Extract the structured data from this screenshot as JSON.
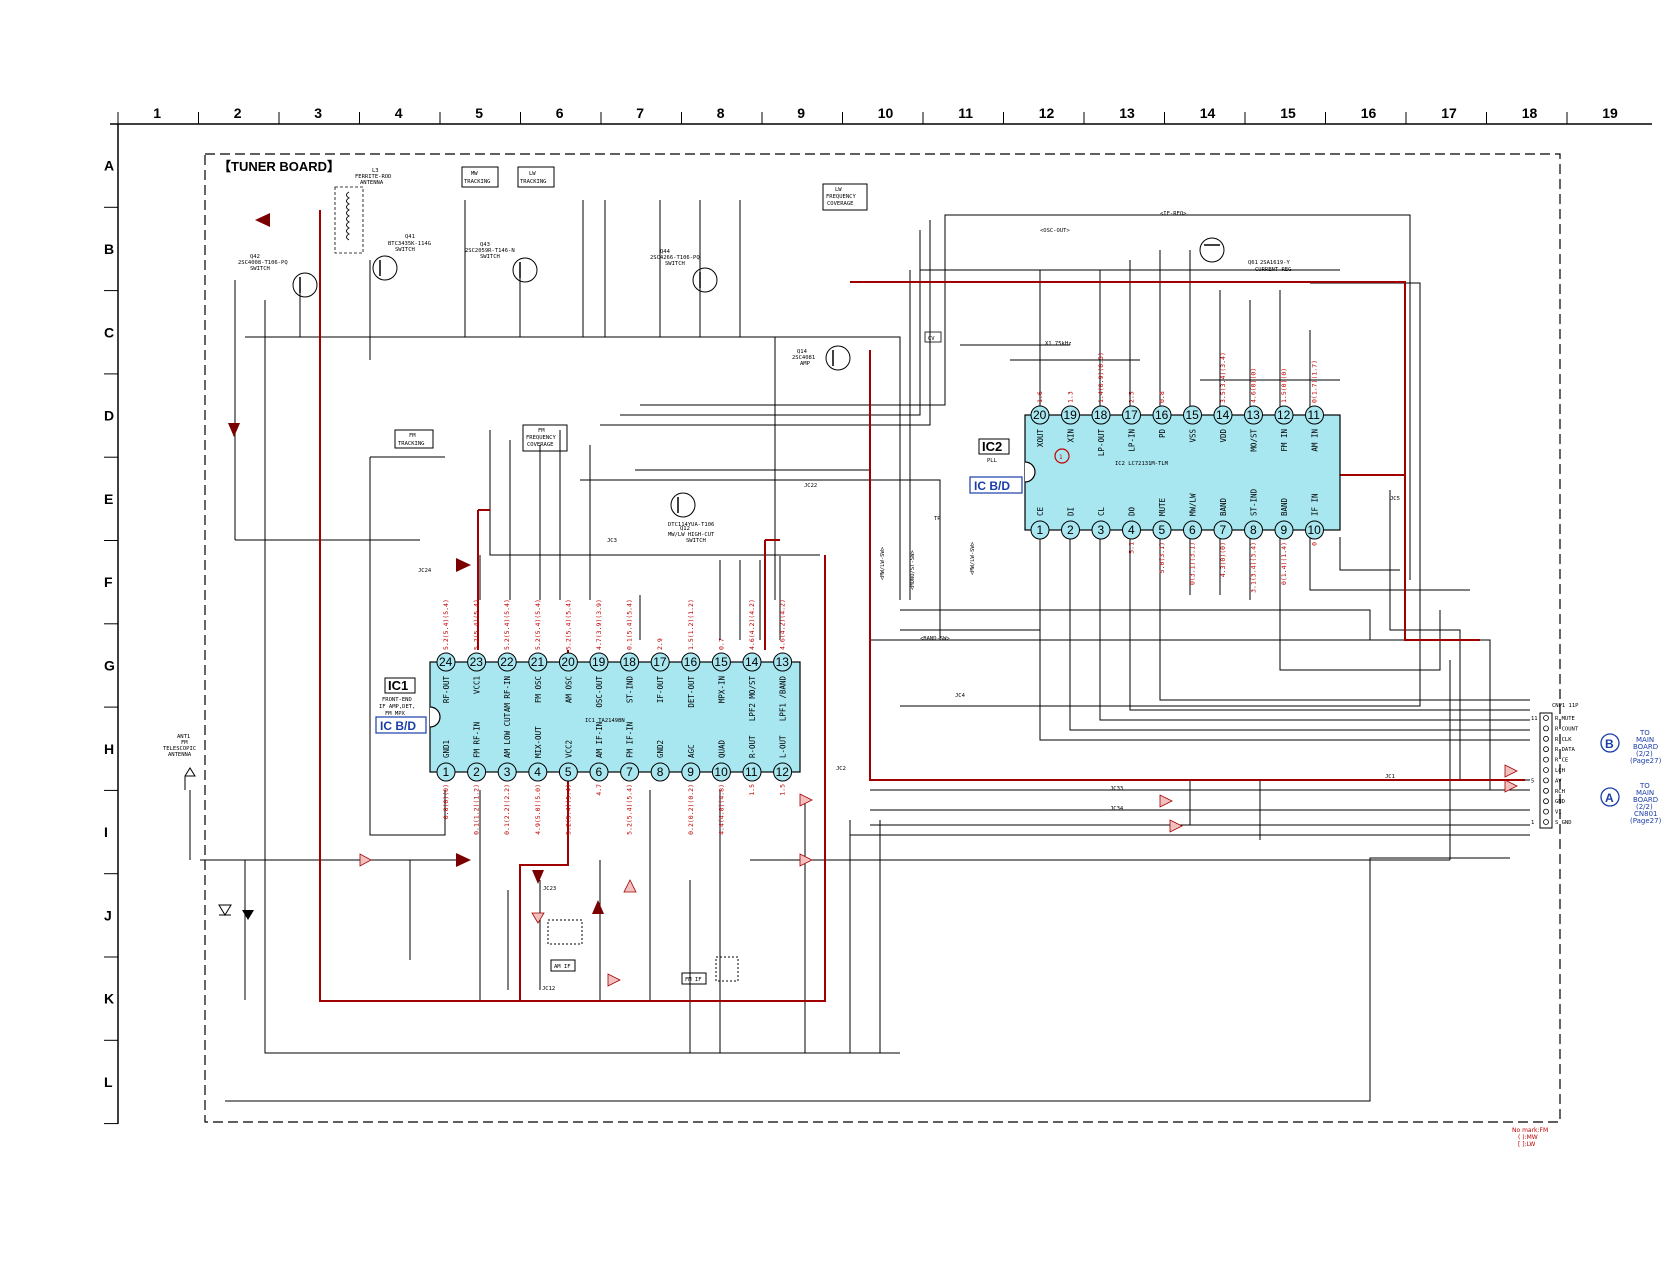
{
  "columns": [
    "1",
    "2",
    "3",
    "4",
    "5",
    "6",
    "7",
    "8",
    "9",
    "10",
    "11",
    "12",
    "13",
    "14",
    "15",
    "16",
    "17",
    "18",
    "19"
  ],
  "rows": [
    "A",
    "B",
    "C",
    "D",
    "E",
    "F",
    "G",
    "H",
    "I",
    "J",
    "K",
    "L"
  ],
  "board_title": "【TUNER BOARD】",
  "ic1": {
    "name": "IC1",
    "desc1": "FRONT-END",
    "desc2": "IF AMP,DET,",
    "desc3": "FM MPX",
    "tag": "IC B/D",
    "part": "IC1 TA2149BN",
    "top_pins": [
      {
        "n": "24",
        "name": "RF-OUT",
        "v": "5.2(5.4)(5.4)"
      },
      {
        "n": "23",
        "name": "VCC1",
        "v": "5.2(5.4)(5.4)"
      },
      {
        "n": "22",
        "name": "AM RF-IN",
        "v": "5.2(5.4)(5.4)"
      },
      {
        "n": "21",
        "name": "FM OSC",
        "v": "5.2(5.4)(5.4)"
      },
      {
        "n": "20",
        "name": "AM OSC",
        "v": "5.2(5.4)(5.4)"
      },
      {
        "n": "19",
        "name": "OSC-OUT",
        "v": "4.7(3.9)(3.9)"
      },
      {
        "n": "18",
        "name": "ST-IND",
        "v": "0.1(5.4)(5.4)"
      },
      {
        "n": "17",
        "name": "IF-OUT",
        "v": "2.9"
      },
      {
        "n": "16",
        "name": "DET-OUT",
        "v": "1.5(1.2)(1.2)"
      },
      {
        "n": "15",
        "name": "MPX-IN",
        "v": "0.7"
      },
      {
        "n": "14",
        "name": "LPF2 MO/ST",
        "v": "4.6(4.2)(4.2)"
      },
      {
        "n": "13",
        "name": "LPF1 /BAND",
        "v": "4.6(4.2)(4.2)"
      }
    ],
    "bottom_pins": [
      {
        "n": "1",
        "name": "GND1",
        "v": "0.8(0)(0)"
      },
      {
        "n": "2",
        "name": "FM RF-IN",
        "v": "0.1(1.2)(1.2)"
      },
      {
        "n": "3",
        "name": "AM LOW CUT",
        "v": "0.1(2.2)(2.2)"
      },
      {
        "n": "4",
        "name": "MIX-OUT",
        "v": "4.9(5.0)(5.0)"
      },
      {
        "n": "5",
        "name": "VCC2",
        "v": "5.2(5.4)(5.4)"
      },
      {
        "n": "6",
        "name": "AM IF-IN",
        "v": "4.7"
      },
      {
        "n": "7",
        "name": "FM IF-IN",
        "v": "5.2(5.4)(5.4)"
      },
      {
        "n": "8",
        "name": "GND2",
        "v": ""
      },
      {
        "n": "9",
        "name": "AGC",
        "v": "0.2(0.2)(0.2)"
      },
      {
        "n": "10",
        "name": "QUAD",
        "v": "4.4(4.8)(4.8)"
      },
      {
        "n": "11",
        "name": "R-OUT",
        "v": "1.5"
      },
      {
        "n": "12",
        "name": "L-OUT",
        "v": "1.5"
      }
    ]
  },
  "ic2": {
    "name": "IC2",
    "desc": "PLL",
    "tag": "IC B/D",
    "part": "IC2 LC72131M-TLM",
    "top_pins": [
      {
        "n": "20",
        "name": "XOUT",
        "v": "1.6"
      },
      {
        "n": "19",
        "name": "XIN",
        "v": "1.3"
      },
      {
        "n": "18",
        "name": "LP-OUT",
        "v": "1.4(0.9)(0.5)"
      },
      {
        "n": "17",
        "name": "LP-IN",
        "v": "2.5"
      },
      {
        "n": "16",
        "name": "PD",
        "v": "0.8"
      },
      {
        "n": "15",
        "name": "VSS",
        "v": ""
      },
      {
        "n": "14",
        "name": "VDD",
        "v": "3.5(3.4)(3.4)"
      },
      {
        "n": "13",
        "name": "MO/ST",
        "v": "4.6(0)(0)"
      },
      {
        "n": "12",
        "name": "FM IN",
        "v": "1.5(0)(0)"
      },
      {
        "n": "11",
        "name": "AM IN",
        "v": "0(1.7)(1.7)"
      }
    ],
    "bottom_pins": [
      {
        "n": "1",
        "name": "CE",
        "v": ""
      },
      {
        "n": "2",
        "name": "DI",
        "v": ""
      },
      {
        "n": "3",
        "name": "CL",
        "v": ""
      },
      {
        "n": "4",
        "name": "DO",
        "v": "5.1"
      },
      {
        "n": "5",
        "name": "MUTE",
        "v": "5.0(3.1)"
      },
      {
        "n": "6",
        "name": "MW/LW",
        "v": "0(3.1)(3.1)"
      },
      {
        "n": "7",
        "name": "BAND",
        "v": "4.3(0)(0)"
      },
      {
        "n": "8",
        "name": "ST-IND",
        "v": "3.1(3.4)(3.4)"
      },
      {
        "n": "9",
        "name": "BAND",
        "v": "0(1.4)(1.4)"
      },
      {
        "n": "10",
        "name": "IF IN",
        "v": "0"
      }
    ]
  },
  "callout_boxes": [
    {
      "l1": "MW",
      "l2": "TRACKING"
    },
    {
      "l1": "LW",
      "l2": "TRACKING"
    },
    {
      "l1": "LW",
      "l2": "FREQUENCY",
      "l3": "COVERAGE"
    },
    {
      "l1": "FM",
      "l2": "TRACKING"
    },
    {
      "l1": "FM",
      "l2": "FREQUENCY",
      "l3": "COVERAGE"
    }
  ],
  "labels": {
    "l3": "L3",
    "l3_desc1": "FERRITE-ROD",
    "l3_desc2": "ANTENNA",
    "q41": "Q41",
    "q41_part": "BTC3435K-114G",
    "q41_fn": "SWITCH",
    "q42": "Q42",
    "q42_part": "2SC4008-T106-PQ",
    "q42_fn": "SWITCH",
    "q43": "Q43",
    "q43_part": "2SC2059R-T146-N",
    "q43_fn": "SWITCH",
    "q44": "Q44",
    "q44_part": "2SC4266-T106-PQ",
    "q44_fn": "SWITCH",
    "q14": "Q14",
    "q14_part": "2SC4081",
    "q14_fn": "AMP",
    "q12": "Q12",
    "q12_part": "DTC114YUA-T106",
    "q12_fn": "MW/LW HIGH-CUT",
    "q12_fn2": "SWITCH",
    "q61": "Q61",
    "q61_part": "2SA1619-Y",
    "q61_fn": "CURRENT REG",
    "ant_line1": "ANT1",
    "ant_line2": "FM",
    "ant_line3": "TELESCOPIC",
    "ant_line4": "ANTENNA",
    "if_req": "<IF-REQ>",
    "osc_out": "<OSC-OUT>",
    "band_sw": "<BAND-SW>",
    "mwlw_sw": "<MW/LW-SW>",
    "mono_st": "<MONO/ST-SW>",
    "tp": "TP",
    "tp_val": "CV",
    "cnp": "CNP1 11P",
    "t1": "AM IF",
    "t2": "FM IF",
    "k1": "X1 75kHz",
    "jc22": "JC22",
    "jc3": "JC3",
    "jc24": "JC24",
    "jc23": "JC23",
    "jc1": "JC1",
    "jc2": "JC2",
    "jc4": "JC4",
    "jc5": "JC5",
    "jc33": "JC33",
    "jc34": "JC34",
    "jc12": "JC12"
  },
  "connector_pins": [
    {
      "n": "11",
      "name": "R MUTE"
    },
    {
      "n": "",
      "name": "R COUNT"
    },
    {
      "n": "",
      "name": "R CLK"
    },
    {
      "n": "",
      "name": "R DATA"
    },
    {
      "n": "",
      "name": "R CE"
    },
    {
      "n": "",
      "name": "LCH"
    },
    {
      "n": "5",
      "name": "AV"
    },
    {
      "n": "",
      "name": "RCH"
    },
    {
      "n": "",
      "name": "GND"
    },
    {
      "n": "",
      "name": "V1"
    },
    {
      "n": "1",
      "name": "S GND"
    }
  ],
  "refs": [
    {
      "mark": "B",
      "l1": "TO",
      "l2": "MAIN",
      "l3": "BOARD",
      "l4": "(2/2)",
      "l5": "(Page27)"
    },
    {
      "mark": "A",
      "l1": "TO",
      "l2": "MAIN",
      "l3": "BOARD",
      "l4": "(2/2)",
      "l5": "CN801",
      "l6": "(Page27)"
    }
  ],
  "legend": {
    "l1": "No mark:FM",
    "l2": "( ):MW",
    "l3": "[ ]:LW"
  },
  "colors": {
    "wire": "#000000",
    "signal": "#a10000",
    "ic_fill": "#a8e6f0",
    "accent_blue": "#1a3ea8",
    "voltage": "#c00000"
  }
}
